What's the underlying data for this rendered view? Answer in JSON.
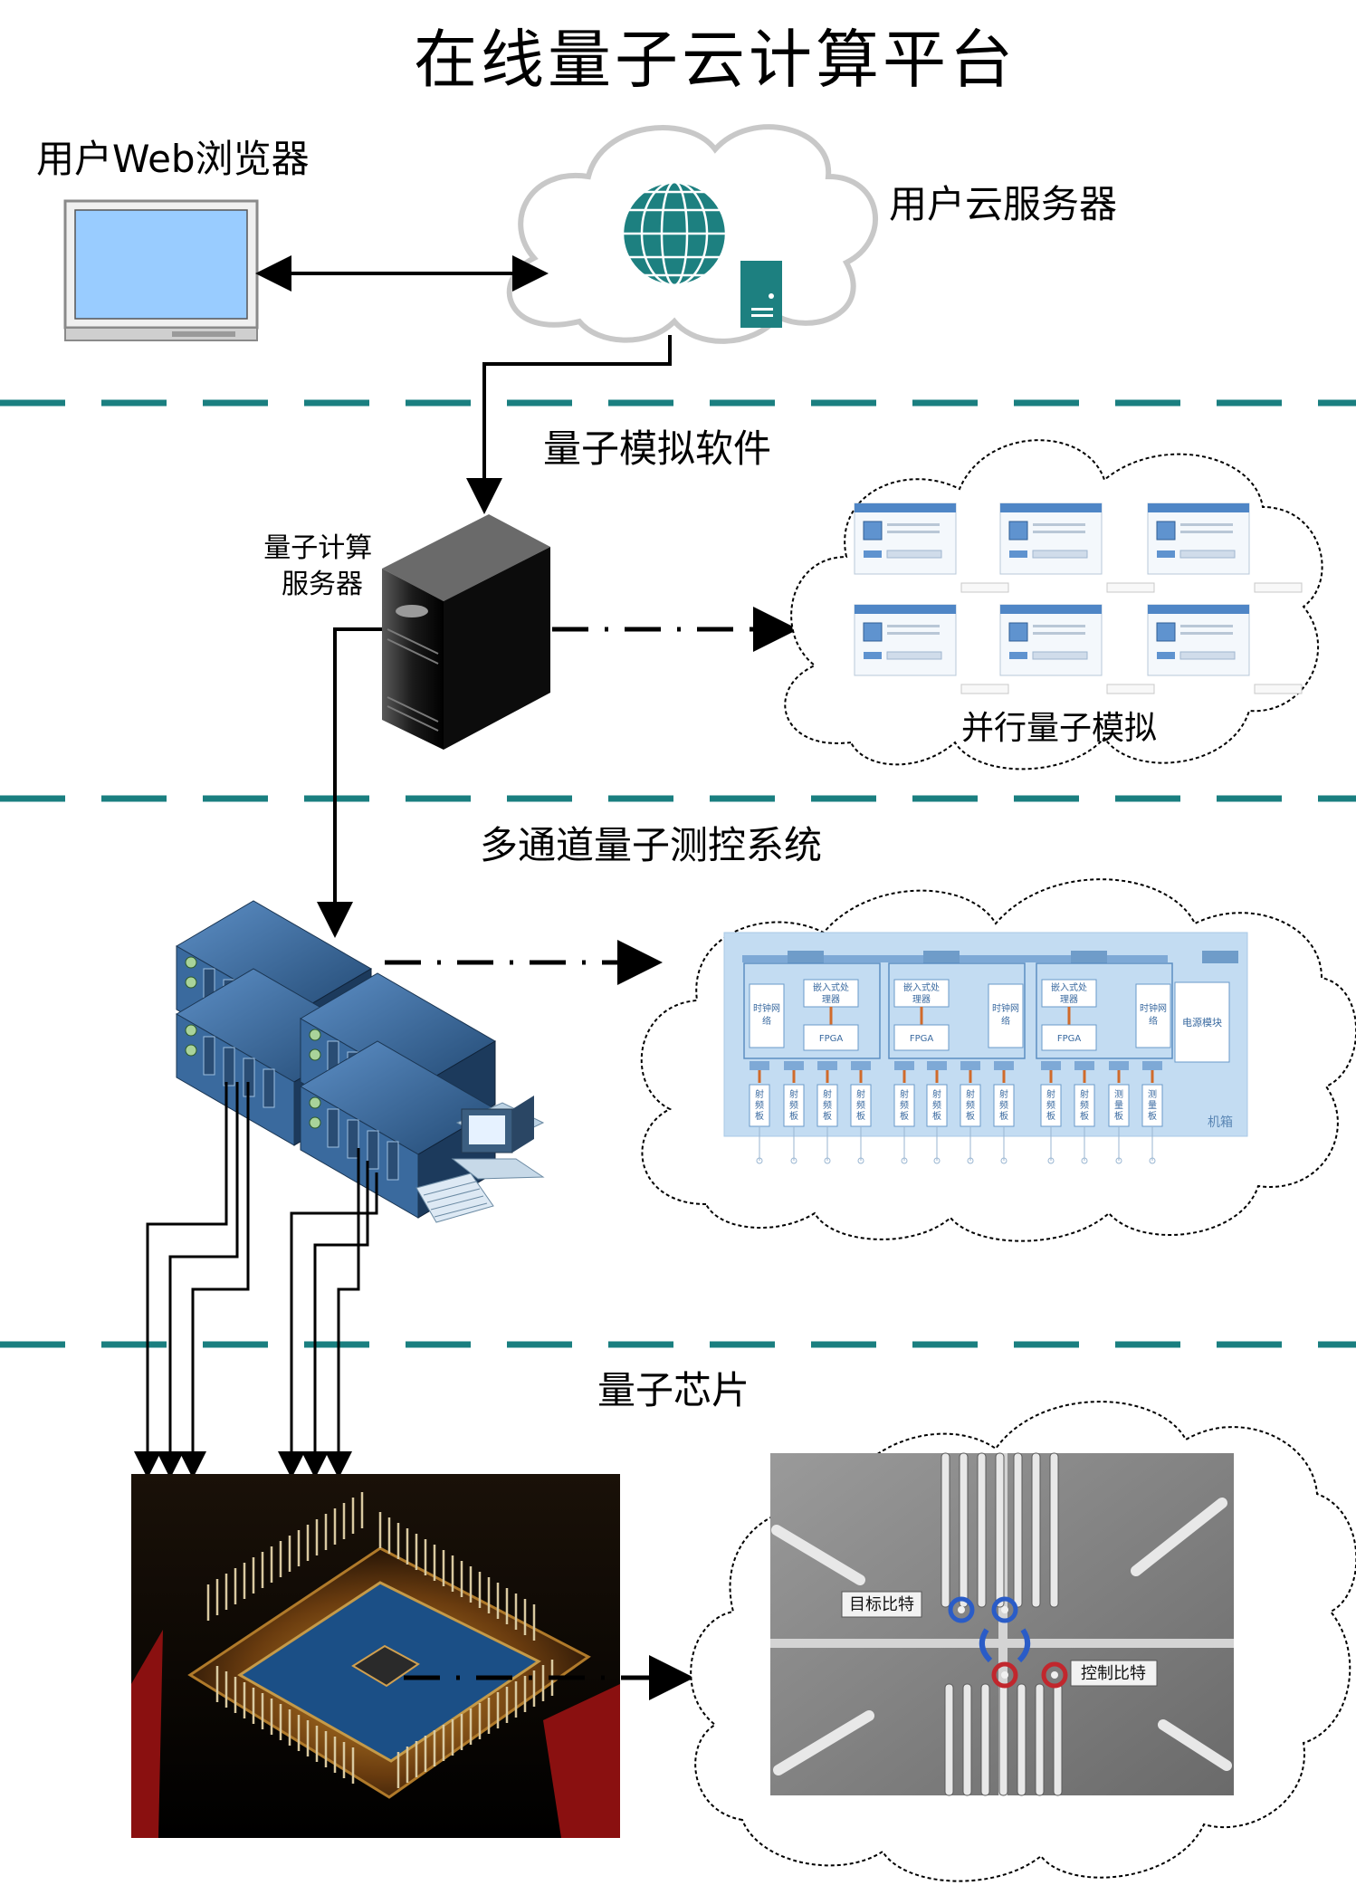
{
  "title": "在线量子云计算平台",
  "labels": {
    "browser": "用户Web浏览器",
    "cloud_server": "用户云服务器",
    "sim_software": "量子模拟软件",
    "qc_server": "量子计算服务器",
    "parallel_sim": "并行量子模拟",
    "measure_control": "多通道量子测控系统",
    "chip": "量子芯片"
  },
  "rack_board": {
    "embedded_processor": "嵌入式处理器",
    "clock_network": "时钟网络",
    "fpga": "FPGA",
    "power_module": "电源模块",
    "rf_board": "射频板",
    "measure_board": "测量板",
    "chassis": "机箱"
  },
  "chip_image": {
    "target_qubit": "目标比特",
    "control_qubit": "控制比特"
  },
  "colors": {
    "separator": "#1a7f80",
    "arrow": "#000000",
    "screen": "#99ccff",
    "globe": "#1d8080",
    "server_blue": "#2c5a88",
    "board_bg": "#c3dcf2",
    "target_ring": "#2a5cc7",
    "control_ring": "#c1272d"
  }
}
